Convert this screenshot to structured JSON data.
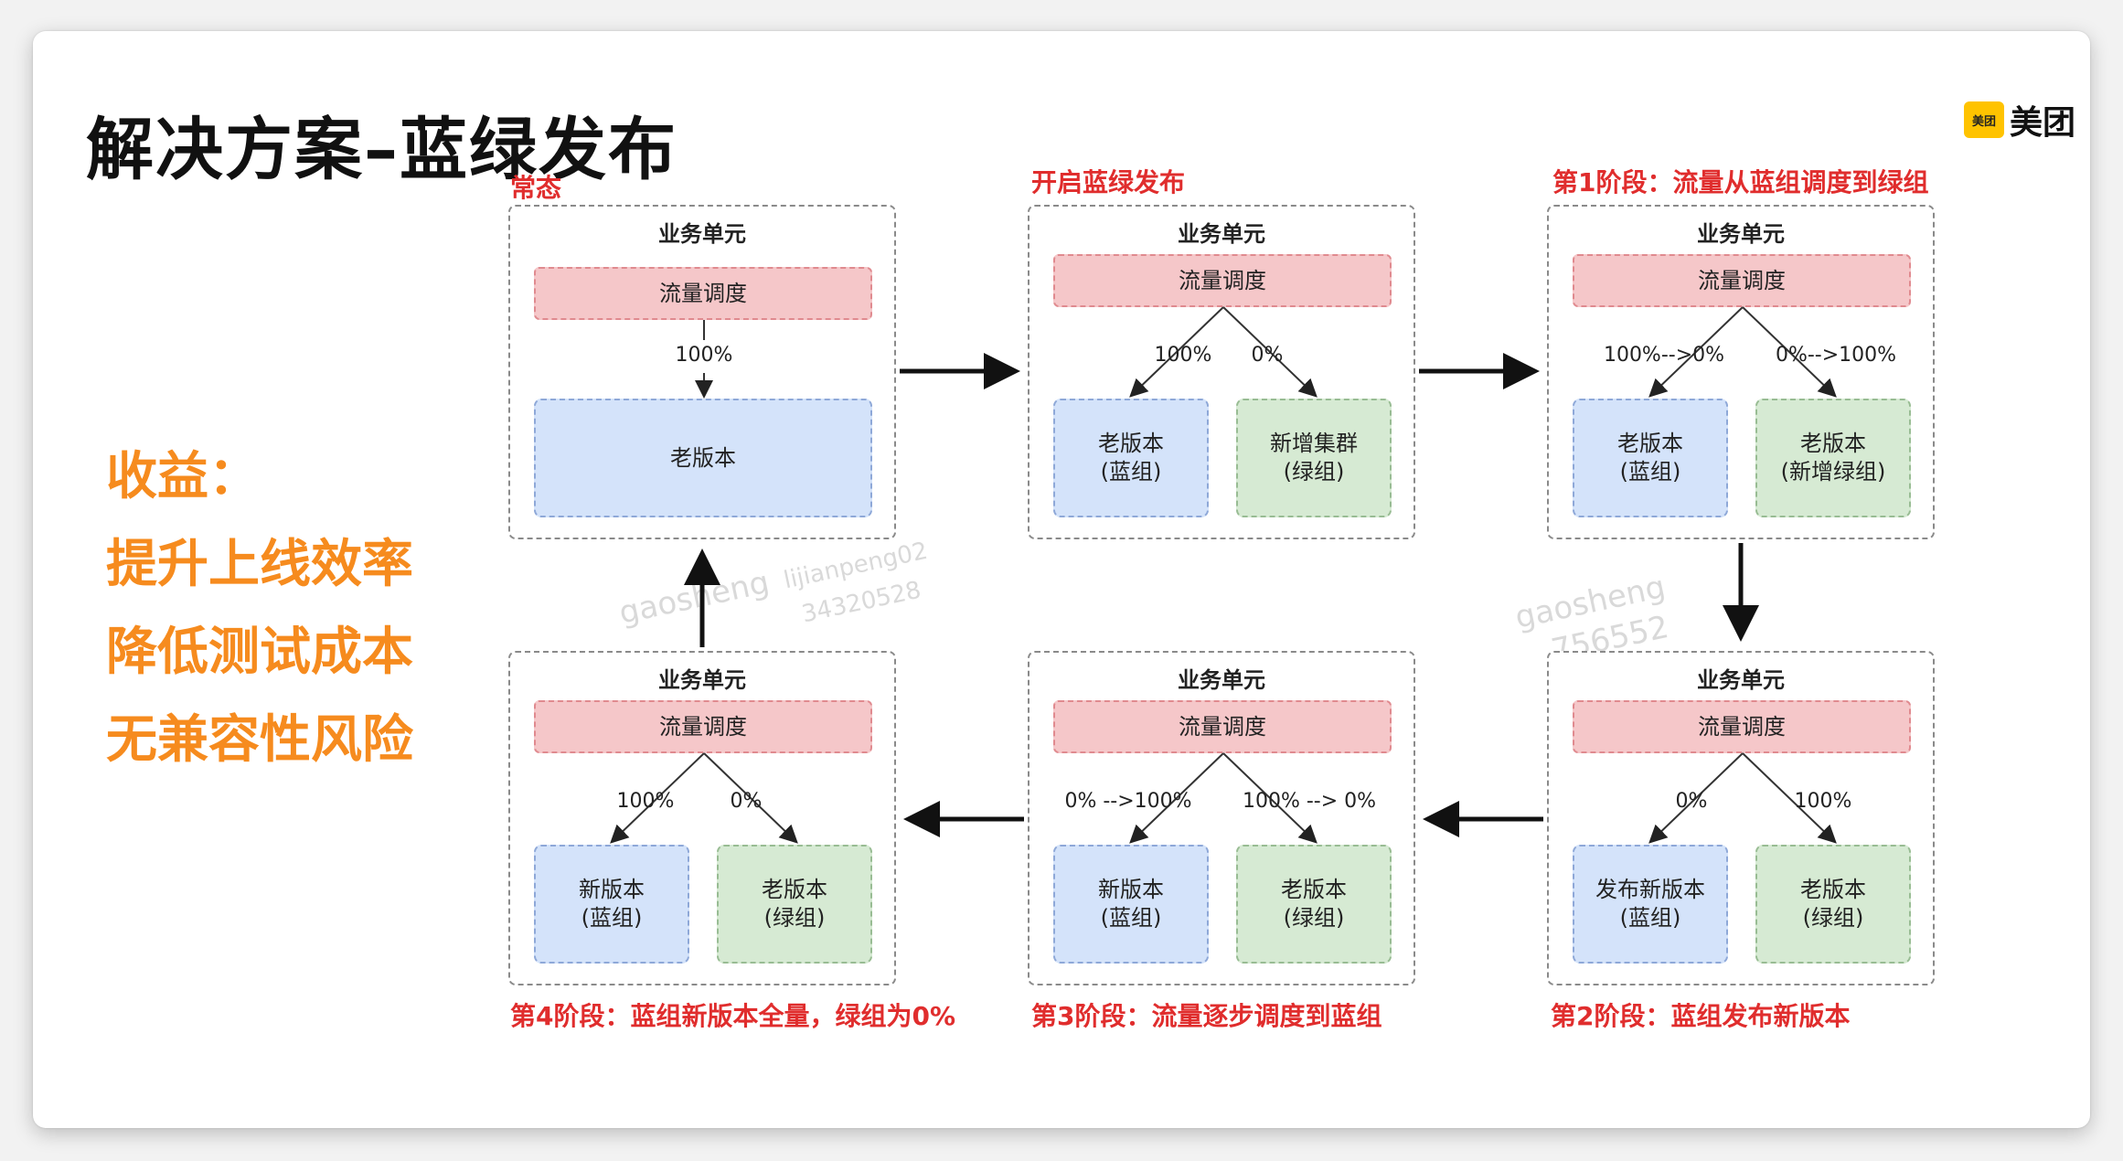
{
  "title": "解决方案–蓝绿发布",
  "logo": {
    "icon_text": "美团",
    "text": "美团"
  },
  "benefits": [
    "收益：",
    "提升上线效率",
    "降低测试成本",
    "无兼容性风险"
  ],
  "unit_label": "业务单元",
  "traffic_label": "流量调度",
  "stages": [
    {
      "label": "常态",
      "pct1": "100%",
      "box1": [
        "老版本"
      ]
    },
    {
      "label": "开启蓝绿发布",
      "pct1": "100%",
      "pct2": "0%",
      "box1": [
        "老版本",
        "(蓝组)"
      ],
      "box2": [
        "新增集群",
        "(绿组)"
      ]
    },
    {
      "label": "第1阶段：流量从蓝组调度到绿组",
      "pct1": "100%-->0%",
      "pct2": "0%-->100%",
      "box1": [
        "老版本",
        "(蓝组)"
      ],
      "box2": [
        "老版本",
        "(新增绿组)"
      ]
    },
    {
      "label": "第2阶段：蓝组发布新版本",
      "pct1": "0%",
      "pct2": "100%",
      "box1": [
        "发布新版本",
        "(蓝组)"
      ],
      "box2": [
        "老版本",
        "(绿组)"
      ]
    },
    {
      "label": "第3阶段：流量逐步调度到蓝组",
      "pct1": "0% -->100%",
      "pct2": "100% --> 0%",
      "box1": [
        "新版本",
        "(蓝组)"
      ],
      "box2": [
        "老版本",
        "(绿组)"
      ]
    },
    {
      "label": "第4阶段：蓝组新版本全量，绿组为0%",
      "pct1": "100%",
      "pct2": "0%",
      "box1": [
        "新版本",
        "(蓝组)"
      ],
      "box2": [
        "老版本",
        "(绿组)"
      ]
    }
  ],
  "watermarks": [
    "gaosheng",
    "lijianpeng02",
    "34320528",
    "756552"
  ],
  "colors": {
    "accent_orange": "#F68B1E",
    "stage_red": "#E02D2D",
    "traffic_pink": "#F5C7C9",
    "blue_group": "#D4E3FA",
    "green_group": "#D6EAD3"
  }
}
